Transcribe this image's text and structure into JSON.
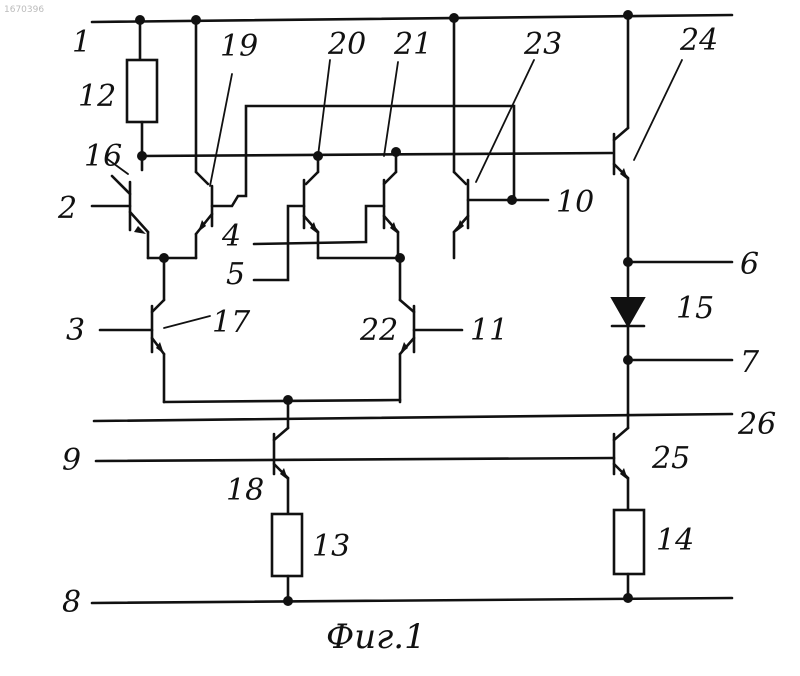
{
  "corner_code": "1670396",
  "caption": "Фиг.1",
  "labels": {
    "n1": "1",
    "n2": "2",
    "n3": "3",
    "n4": "4",
    "n5": "5",
    "n6": "6",
    "n7": "7",
    "n8": "8",
    "n9": "9",
    "n10": "10",
    "n11": "11",
    "n12": "12",
    "n13": "13",
    "n14": "14",
    "n15": "15",
    "n16": "16",
    "n17": "17",
    "n18": "18",
    "n19": "19",
    "n20": "20",
    "n21": "21",
    "n22": "22",
    "n23": "23",
    "n24": "24",
    "n25": "25",
    "n26": "26"
  }
}
